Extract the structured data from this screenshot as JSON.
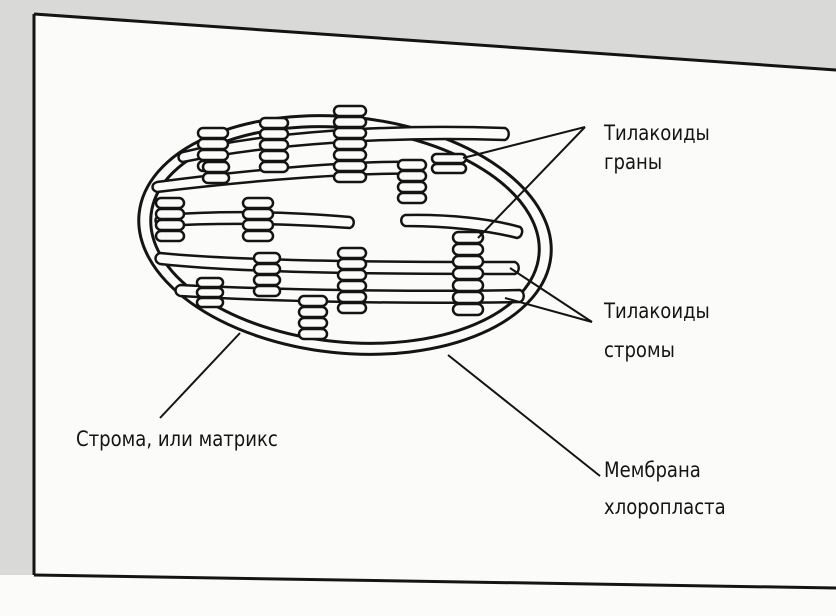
{
  "labels": {
    "grana_thylakoids": [
      "Тилакоиды",
      "граны"
    ],
    "stroma_thylakoids": [
      "Тилакоиды",
      "стромы"
    ],
    "stroma": "Строма, или матрикс",
    "membrane": [
      "Мембрана",
      "хлоропласта"
    ]
  },
  "colors": {
    "background": "#d9d9d7",
    "paper": "#fbfbf9",
    "ink": "#141414"
  }
}
